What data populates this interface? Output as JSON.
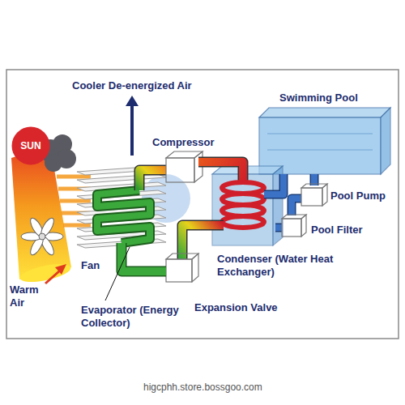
{
  "diagram": {
    "nodes": [
      {
        "text": [
          "SUN"
        ]
      }
    ],
    "labels": [
      "Cooler De-energized Air",
      "Compressor",
      "Swimming Pool",
      "Pool Pump",
      "Pool Filter",
      "Condenser (Water Heat Exchanger)",
      "Warm Air",
      "Fan",
      "Evaporator (Energy Collector)",
      "Expansion Valve",
      "higcphh.store.bossgoo.com"
    ]
  }
}
